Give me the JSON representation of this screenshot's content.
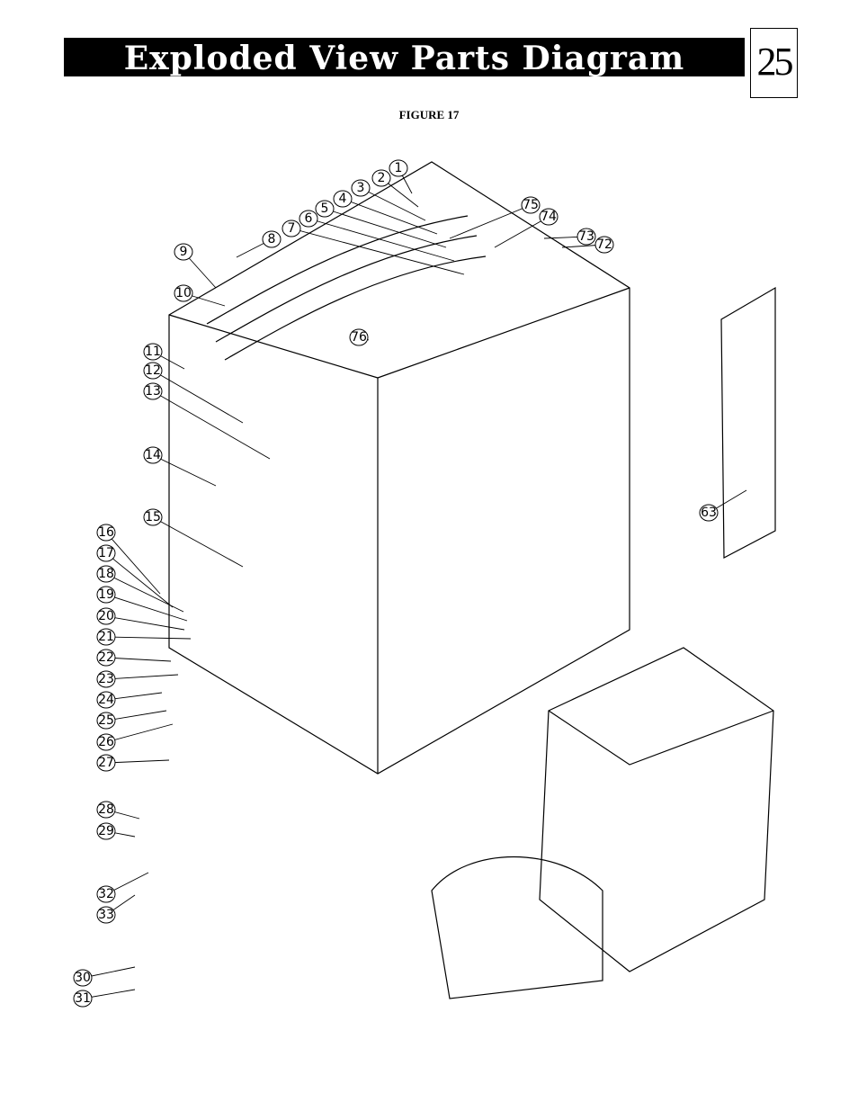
{
  "header": {
    "title": "Exploded View Parts Diagram",
    "page": "25"
  },
  "figure": {
    "caption": "FIGURE 17"
  },
  "callouts": [
    "1",
    "2",
    "3",
    "4",
    "5",
    "6",
    "7",
    "8",
    "9",
    "10",
    "11",
    "12",
    "13",
    "14",
    "15",
    "16",
    "17",
    "18",
    "19",
    "20",
    "21",
    "22",
    "23",
    "24",
    "25",
    "26",
    "27",
    "28",
    "29",
    "30",
    "31",
    "32",
    "33",
    "63",
    "72",
    "73",
    "74",
    "75",
    "76"
  ]
}
